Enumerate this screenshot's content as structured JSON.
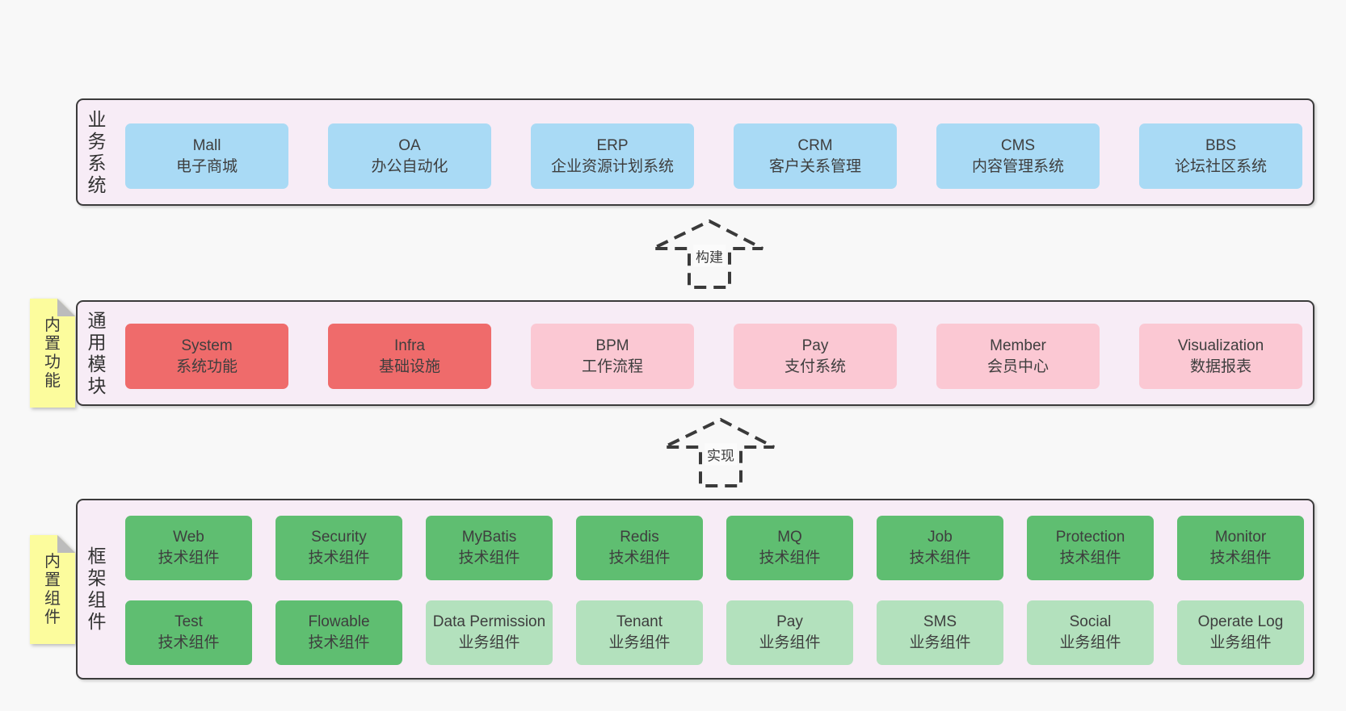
{
  "colors": {
    "page_bg": "#f8f8f8",
    "panel_bg": "#f7ecf6",
    "panel_border": "#3b3b3b",
    "blue": "#a9daf5",
    "red": "#ef6b6b",
    "pink": "#fbc8d3",
    "green": "#5fbe71",
    "green_light": "#b3e1bd",
    "note_yellow": "#fcfc9d",
    "note_fold": "#bcbcbc",
    "text": "#3e3e3e"
  },
  "arrows": [
    {
      "label": "构建"
    },
    {
      "label": "实现"
    }
  ],
  "panels": [
    {
      "id": "business",
      "label": "业务系统",
      "rows": [
        [
          {
            "en": "Mall",
            "zh": "电子商城",
            "variant": "blue"
          },
          {
            "en": "OA",
            "zh": "办公自动化",
            "variant": "blue"
          },
          {
            "en": "ERP",
            "zh": "企业资源计划系统",
            "variant": "blue"
          },
          {
            "en": "CRM",
            "zh": "客户关系管理",
            "variant": "blue"
          },
          {
            "en": "CMS",
            "zh": "内容管理系统",
            "variant": "blue"
          },
          {
            "en": "BBS",
            "zh": "论坛社区系统",
            "variant": "blue"
          }
        ]
      ]
    },
    {
      "id": "modules",
      "label": "通用模块",
      "note": "内置功能",
      "rows": [
        [
          {
            "en": "System",
            "zh": "系统功能",
            "variant": "red"
          },
          {
            "en": "Infra",
            "zh": "基础设施",
            "variant": "red"
          },
          {
            "en": "BPM",
            "zh": "工作流程",
            "variant": "pink"
          },
          {
            "en": "Pay",
            "zh": "支付系统",
            "variant": "pink"
          },
          {
            "en": "Member",
            "zh": "会员中心",
            "variant": "pink"
          },
          {
            "en": "Visualization",
            "zh": "数据报表",
            "variant": "pink"
          }
        ]
      ]
    },
    {
      "id": "framework",
      "label": "框架组件",
      "note": "内置组件",
      "rows": [
        [
          {
            "en": "Web",
            "zh": "技术组件",
            "variant": "green"
          },
          {
            "en": "Security",
            "zh": "技术组件",
            "variant": "green"
          },
          {
            "en": "MyBatis",
            "zh": "技术组件",
            "variant": "green"
          },
          {
            "en": "Redis",
            "zh": "技术组件",
            "variant": "green"
          },
          {
            "en": "MQ",
            "zh": "技术组件",
            "variant": "green"
          },
          {
            "en": "Job",
            "zh": "技术组件",
            "variant": "green"
          },
          {
            "en": "Protection",
            "zh": "技术组件",
            "variant": "green"
          },
          {
            "en": "Monitor",
            "zh": "技术组件",
            "variant": "green"
          }
        ],
        [
          {
            "en": "Test",
            "zh": "技术组件",
            "variant": "green"
          },
          {
            "en": "Flowable",
            "zh": "技术组件",
            "variant": "green"
          },
          {
            "en": "Data Permission",
            "zh": "业务组件",
            "variant": "green_light"
          },
          {
            "en": "Tenant",
            "zh": "业务组件",
            "variant": "green_light"
          },
          {
            "en": "Pay",
            "zh": "业务组件",
            "variant": "green_light"
          },
          {
            "en": "SMS",
            "zh": "业务组件",
            "variant": "green_light"
          },
          {
            "en": "Social",
            "zh": "业务组件",
            "variant": "green_light"
          },
          {
            "en": "Operate Log",
            "zh": "业务组件",
            "variant": "green_light"
          }
        ]
      ]
    }
  ]
}
